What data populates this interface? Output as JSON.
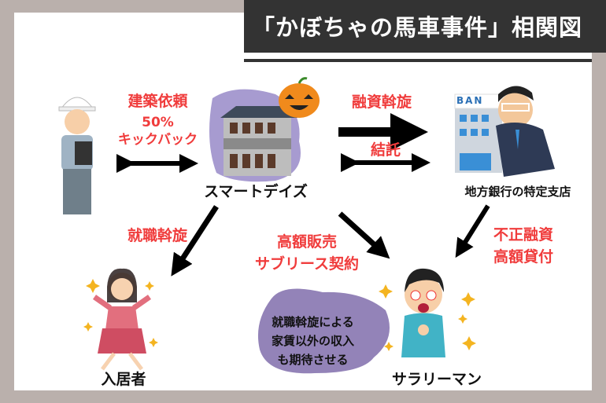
{
  "title": "「かぼちゃの馬車事件」相関図",
  "nodes": {
    "contractor": {
      "icon": "construction-worker-icon"
    },
    "smartdays": {
      "label": "スマートデイズ",
      "icon": "haunted-apartment-pumpkin-icon"
    },
    "bank": {
      "label": "地方銀行の特定支店",
      "sign": "BAN",
      "icon": "bank-banker-icon"
    },
    "tenant": {
      "label": "入居者",
      "icon": "happy-woman-icon"
    },
    "salaryman": {
      "label": "サラリーマン",
      "icon": "yen-eyes-man-icon"
    }
  },
  "relations": {
    "contractor_smartdays": [
      "建築依頼",
      "50%",
      "キックバック"
    ],
    "smartdays_bank_loan": "融資斡旋",
    "smartdays_bank_collusion": "結託",
    "smartdays_tenant": "就職斡旋",
    "smartdays_salaryman": [
      "高額販売",
      "サブリース契約"
    ],
    "bank_salaryman": [
      "不正融資",
      "高額貸付"
    ]
  },
  "note": [
    "就職斡旋による",
    "家賃以外の収入",
    "も期待させる"
  ],
  "colors": {
    "accent": "#f03c3c",
    "frame": "#bab0ac",
    "titlebar": "#333333",
    "blob": "#9383b8"
  }
}
